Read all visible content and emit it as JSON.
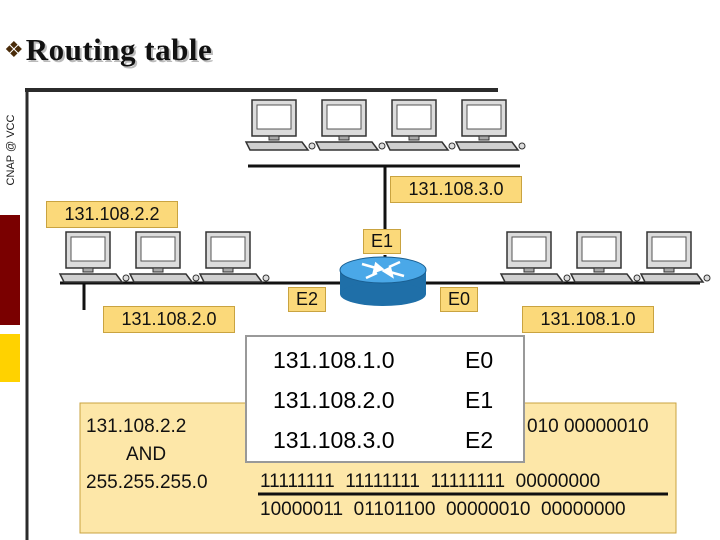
{
  "side_label": "CNAP @ VCC",
  "title": "Routing table",
  "title_bullet_icon": "bullet-icon",
  "colors": {
    "label_fill": "#fbd97a",
    "panel_fill": "#fde7a8",
    "stripe_dark": "#7a0000",
    "stripe_yellow": "#ffd200",
    "router_blue": "#2f8fd0"
  },
  "network_labels": {
    "top": "131.108.3.0",
    "left_host": "131.108.2.2",
    "left": "131.108.2.0",
    "right": "131.108.1.0"
  },
  "interfaces": {
    "e0": "E0",
    "e1": "E1",
    "e2": "E2"
  },
  "routing_table": [
    {
      "network": "131.108.1.0",
      "interface": "E0"
    },
    {
      "network": "131.108.2.0",
      "interface": "E1"
    },
    {
      "network": "131.108.3.0",
      "interface": "E2"
    }
  ],
  "and_calc": {
    "ip": "131.108.2.2",
    "op": "AND",
    "mask": "255.255.255.0",
    "ip_bits_visible": "010  00000010",
    "mask_bits": "11111111  11111111  11111111  00000000",
    "result_bits": "10000011  01101100  00000010  00000000"
  }
}
